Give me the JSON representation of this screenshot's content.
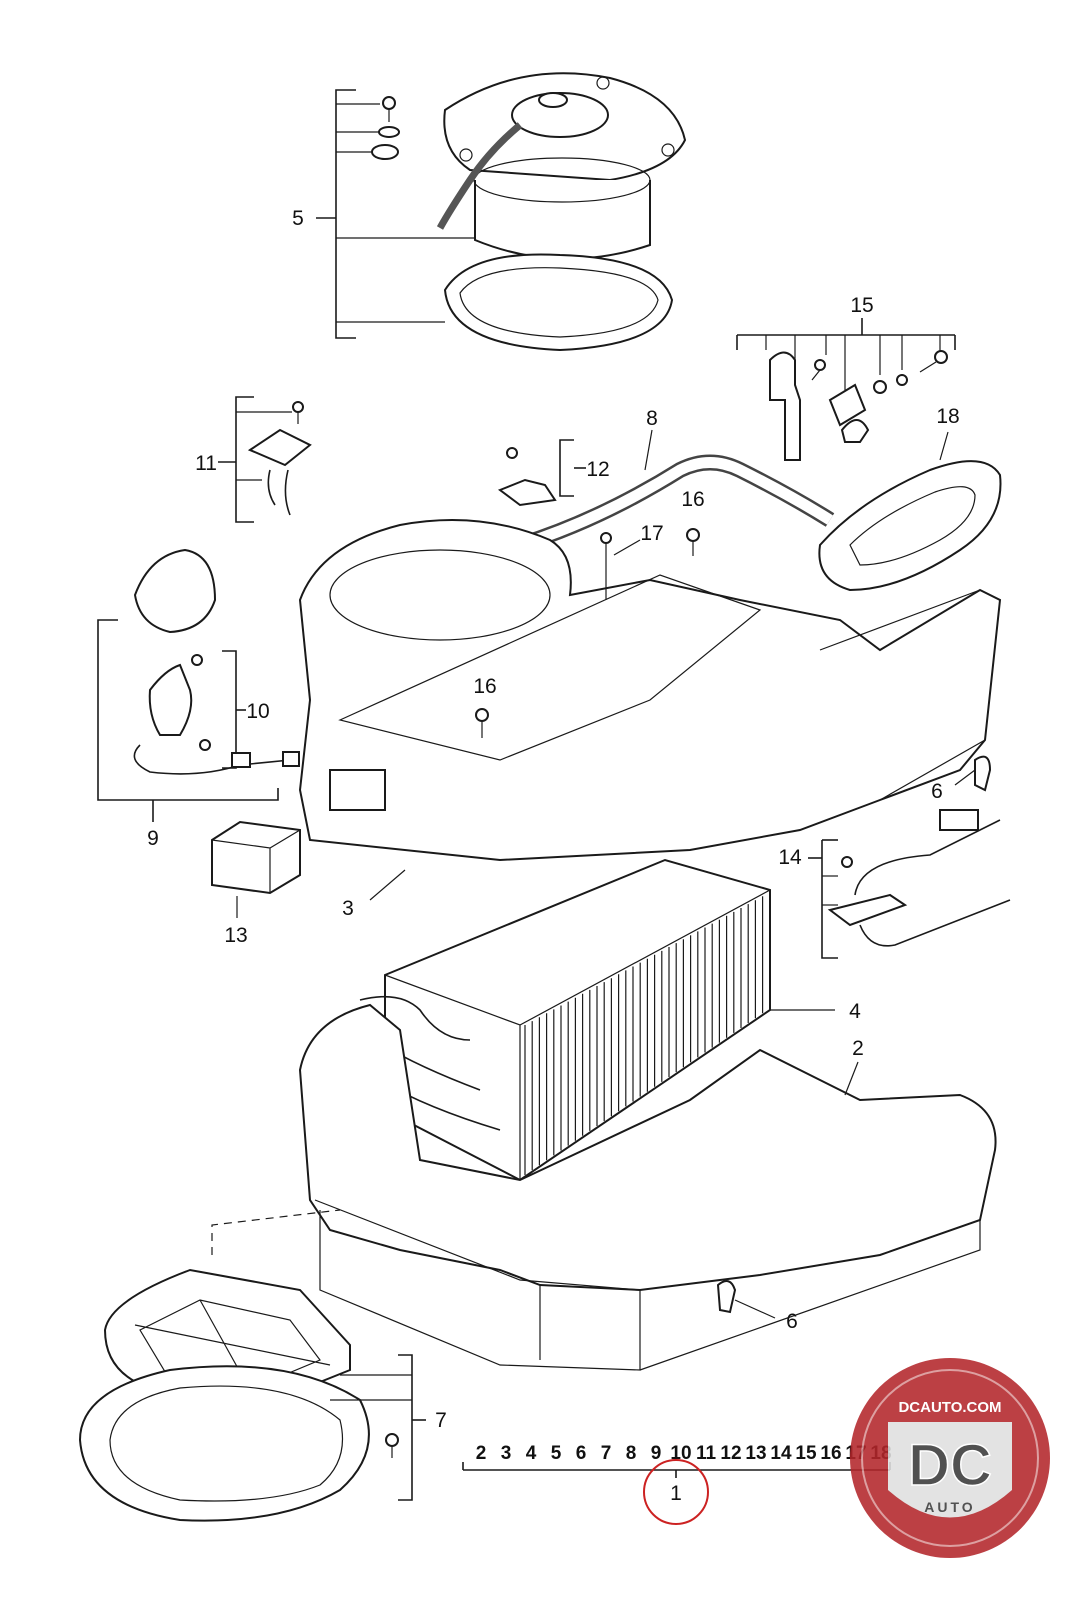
{
  "diagram": {
    "part_labels": [
      "1",
      "2",
      "3",
      "4",
      "5",
      "6",
      "6",
      "7",
      "8",
      "9",
      "10",
      "11",
      "12",
      "13",
      "14",
      "15",
      "16",
      "16",
      "17",
      "18"
    ],
    "assembly_subparts": [
      "2",
      "3",
      "4",
      "5",
      "6",
      "7",
      "8",
      "9",
      "10",
      "11",
      "12",
      "13",
      "14",
      "15",
      "16",
      "17",
      "18"
    ]
  },
  "watermark": {
    "site_text": "DCAUTO.COM",
    "logo_text": "DC",
    "sub_text": "AUTO",
    "colors": {
      "red": "#b3262b",
      "dark": "#3a3a3a",
      "light": "#e0e0e0"
    }
  },
  "colors": {
    "highlight_circle": "#cc2222"
  }
}
